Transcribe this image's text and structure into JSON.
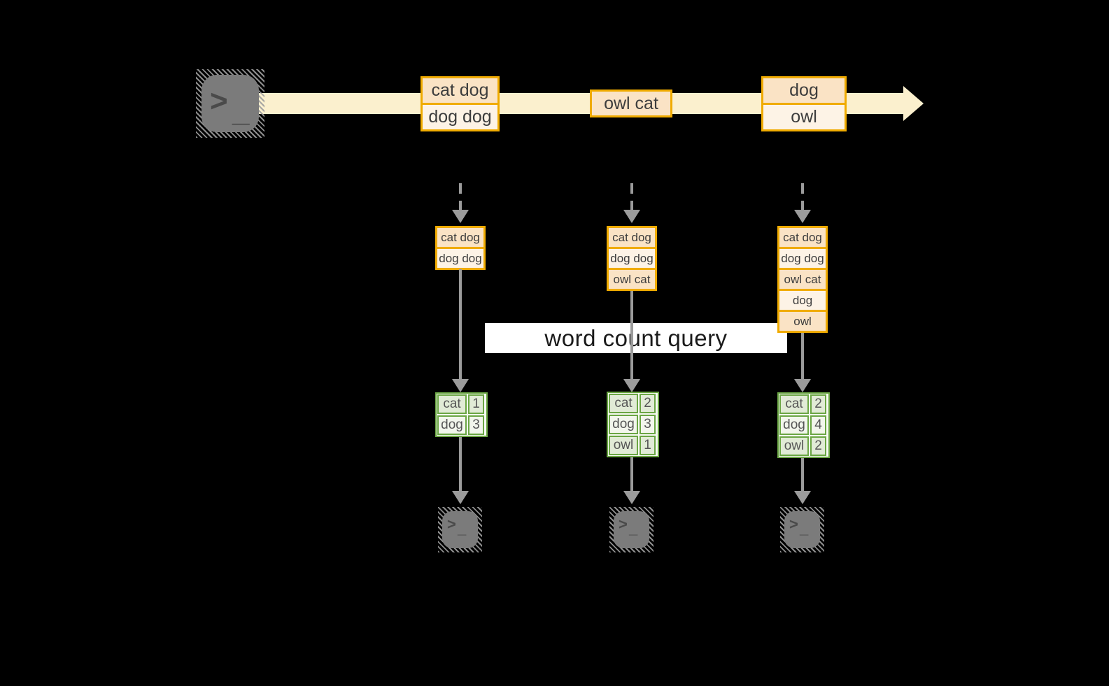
{
  "banner": {
    "label": "word count query"
  },
  "icons": {
    "terminal": "terminal-icon",
    "prompt_chevron": ">",
    "prompt_underscore": "_"
  },
  "stream_events": [
    {
      "lines": [
        "cat dog",
        "dog dog"
      ]
    },
    {
      "lines": [
        "owl cat"
      ]
    },
    {
      "lines": [
        "dog",
        "owl"
      ]
    }
  ],
  "workers": [
    {
      "buffer": [
        "cat dog",
        "dog dog"
      ],
      "counts": [
        {
          "word": "cat",
          "count": "1"
        },
        {
          "word": "dog",
          "count": "3"
        }
      ]
    },
    {
      "buffer": [
        "cat dog",
        "dog dog",
        "owl cat"
      ],
      "counts": [
        {
          "word": "cat",
          "count": "2"
        },
        {
          "word": "dog",
          "count": "3"
        },
        {
          "word": "owl",
          "count": "1"
        }
      ]
    },
    {
      "buffer": [
        "cat dog",
        "dog dog",
        "owl cat",
        "dog",
        "owl"
      ],
      "counts": [
        {
          "word": "cat",
          "count": "2"
        },
        {
          "word": "dog",
          "count": "4"
        },
        {
          "word": "owl",
          "count": "2"
        }
      ]
    }
  ],
  "colors": {
    "background": "#000000",
    "stream_band": "#FBF0CE",
    "event_border": "#F0AB00",
    "event_fill_dark": "#FAE3C5",
    "event_fill_light": "#FDF3E6",
    "table_border": "#6BA644",
    "table_fill_dark": "#E1EBD6",
    "table_fill_light": "#F2F6EC",
    "arrow_gray": "#9B9B9B",
    "terminal_gray": "#7B7B7B",
    "banner_bg": "#FFFFFF"
  }
}
